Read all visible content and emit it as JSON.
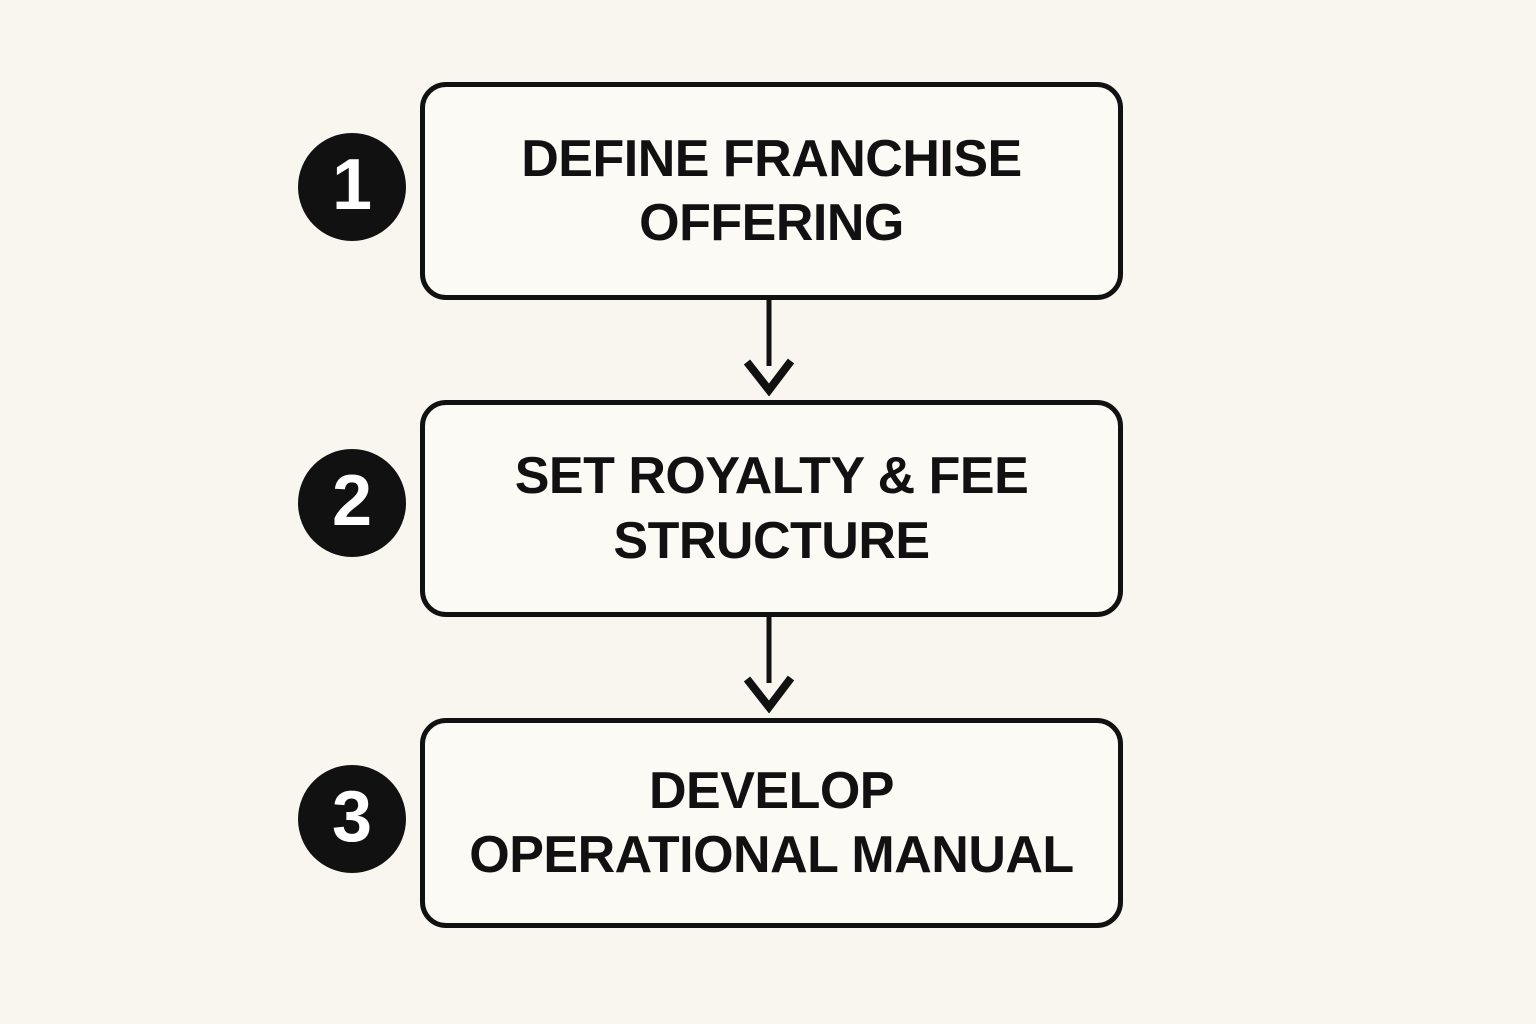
{
  "colors": {
    "ink": "#111111",
    "paper": "#f9f6f0",
    "box-fill": "#fcfaf5",
    "badge-text": "#ffffff"
  },
  "diagram": {
    "type": "flowchart",
    "direction": "top-down",
    "steps": [
      {
        "number": "1",
        "label": "DEFINE FRANCHISE OFFERING",
        "label_lines": [
          "DEFINE FRANCHISE",
          "OFFERING"
        ]
      },
      {
        "number": "2",
        "label": "SET ROYALTY & FEE STRUCTURE",
        "label_lines": [
          "SET ROYALTY & FEE",
          "STRUCTURE"
        ]
      },
      {
        "number": "3",
        "label": "DEVELOP OPERATIONAL MANUAL",
        "label_lines": [
          "DEVELOP",
          "OPERATIONAL MANUAL"
        ]
      }
    ],
    "connectors": [
      {
        "from": "1",
        "to": "2",
        "type": "arrow-down"
      },
      {
        "from": "2",
        "to": "3",
        "type": "arrow-down"
      }
    ]
  }
}
